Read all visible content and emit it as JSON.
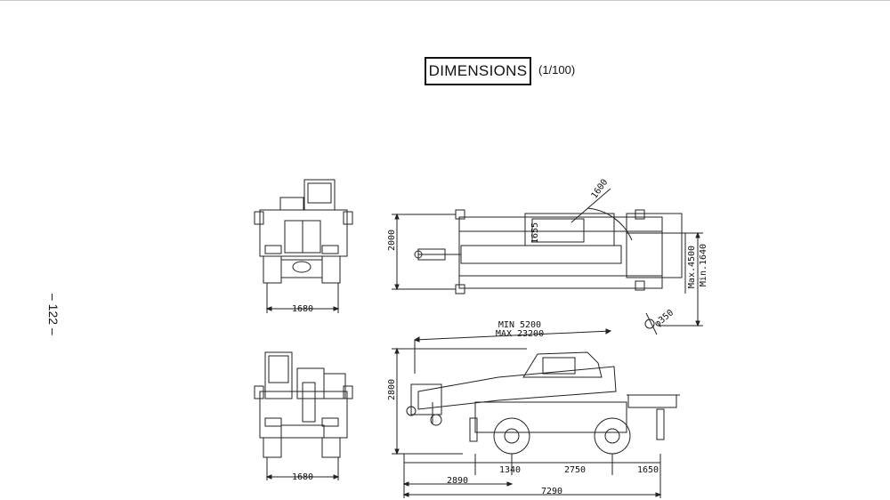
{
  "header": {
    "title": "DIMENSIONS",
    "scale": "(1/100)"
  },
  "page": {
    "number": "– 122 –"
  },
  "dimensions": {
    "front_width_top": "1680",
    "front_width_bottom": "1680",
    "top_height": "2000",
    "turn_radius": "1600",
    "counterweight_label": "1655",
    "max_height": "Max.4500",
    "min_height": "Min.1640",
    "hook_diameter": "φ350",
    "boom_min": "MIN 5200",
    "boom_max": "MAX 23200",
    "side_height": "2800",
    "front_overhang": "1340",
    "wheelbase": "2750",
    "rear_overhang": "1650",
    "front_to_center": "2890",
    "overall_length": "7290"
  }
}
